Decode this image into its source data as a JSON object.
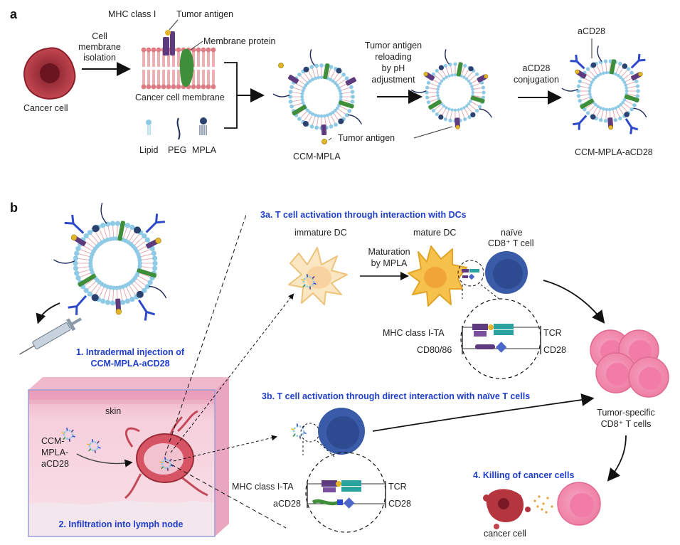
{
  "panels": {
    "a": "a",
    "b": "b"
  },
  "panel_a": {
    "cancer_cell": "Cancer cell",
    "step1_line1": "Cell",
    "step1_line2": "membrane",
    "step1_line3": "isolation",
    "mhc": "MHC class I",
    "tumor_antigen_top": "Tumor antigen",
    "membrane_protein": "Membrane protein",
    "cancer_membrane": "Cancer cell membrane",
    "lipid": "Lipid",
    "peg": "PEG",
    "mpla": "MPLA",
    "ccm_mpla": "CCM-MPLA",
    "reload_line1": "Tumor antigen",
    "reload_line2": "reloading",
    "reload_line3": "by pH",
    "reload_line4": "adjustment",
    "tumor_antigen_mid": "Tumor antigen",
    "conj_line1": "aCD28",
    "conj_line2": "conjugation",
    "acd28_top": "aCD28",
    "final_name": "CCM-MPLA-aCD28"
  },
  "panel_b": {
    "step1_line1": "1. Intradermal injection of",
    "step1_line2": "CCM-MPLA-aCD28",
    "skin": "skin",
    "inj_line1": "CCM-",
    "inj_line2": "MPLA-",
    "inj_line3": "aCD28",
    "step2": "2. Infiltration into lymph  node",
    "step3a": "3a. T cell activation through interaction with DCs",
    "immature_dc": "immature DC",
    "mature_dc": "mature DC",
    "naive_line1": "naïve",
    "naive_line2": "CD8⁺ T cell",
    "mat_line1": "Maturation",
    "mat_line2": "by MPLA",
    "mhc_ta_a": "MHC class I-TA",
    "cd80": "CD80/86",
    "tcr_a": "TCR",
    "cd28_a": "CD28",
    "step3b": "3b. T cell activation through direct interaction with naïve T cells",
    "mhc_ta_b": "MHC class I-TA",
    "acd28": "aCD28",
    "tcr_b": "TCR",
    "cd28_b": "CD28",
    "tumor_line1": "Tumor-specific",
    "tumor_line2": "CD8⁺ T cells",
    "step4": "4. Killing of cancer cells",
    "cancer_cell": "cancer  cell"
  },
  "colors": {
    "blue_text": "#1f3fc9",
    "cancer_red": "#b5353f",
    "head_blue": "#8ecae6",
    "tail_red": "#e07a82",
    "mhc_purple": "#5e3a7e",
    "green_protein": "#3f8f3a",
    "antibody_blue": "#2d49c9",
    "tcell_blue": "#3a5ba8",
    "dc_yellow": "#f5c34a",
    "pink_cell": "#f27aa3",
    "skin_pink": "#f4c6d6"
  },
  "icons": [
    "cancer-cell-icon",
    "vesicle-icon",
    "syringe-icon",
    "lymph-node-icon",
    "dendritic-cell-icon",
    "t-cell-icon",
    "antibody-icon"
  ]
}
